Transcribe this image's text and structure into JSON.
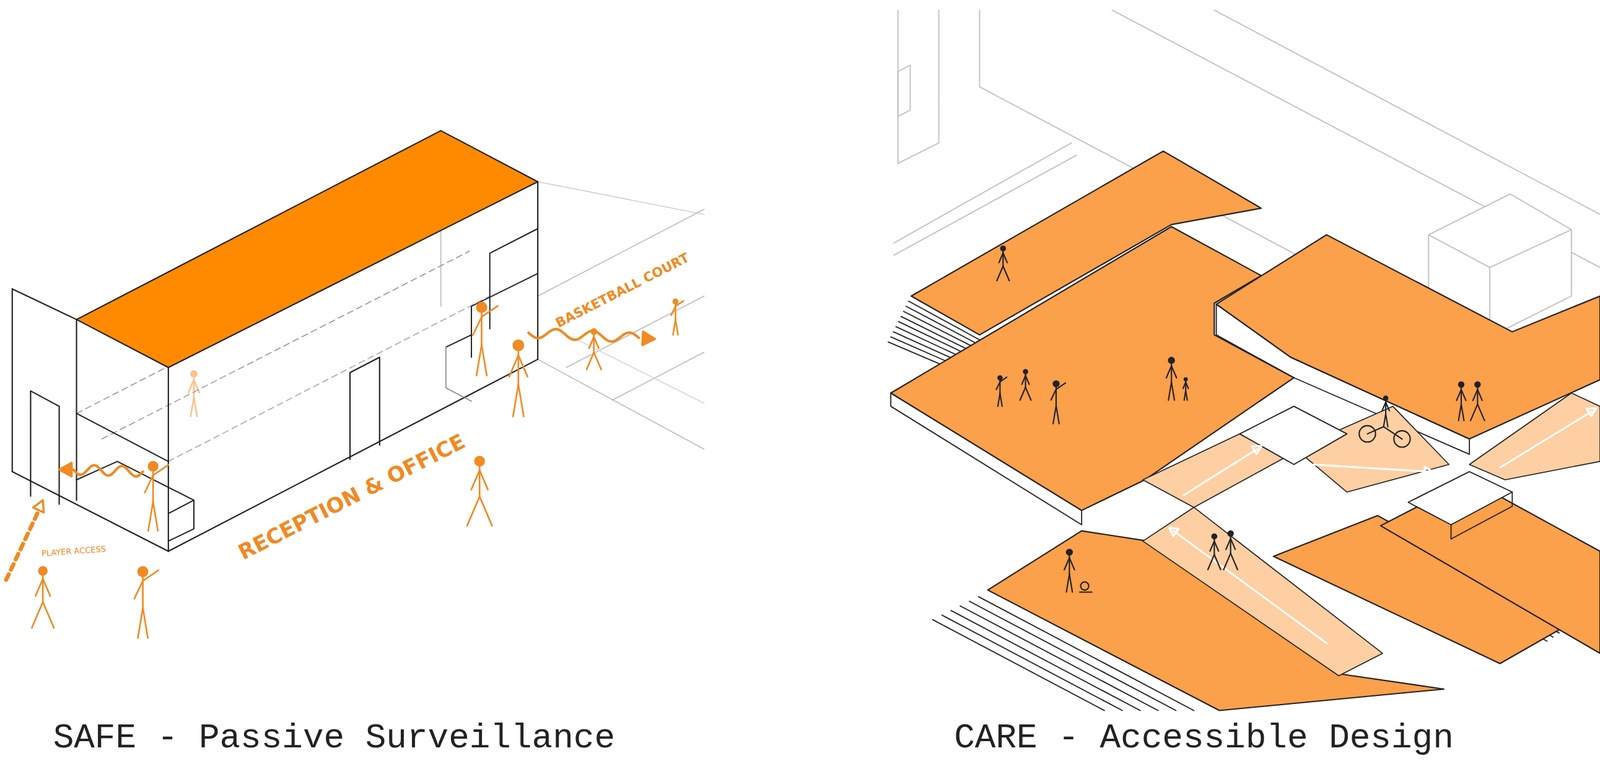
{
  "diagram": {
    "labels": [
      "BASKETBALL COURT",
      "RECEPTION & OFFICE",
      "PLAYER ACCESS",
      "SAFE - Passive Surveillance",
      "CARE - Accessible Design"
    ]
  }
}
